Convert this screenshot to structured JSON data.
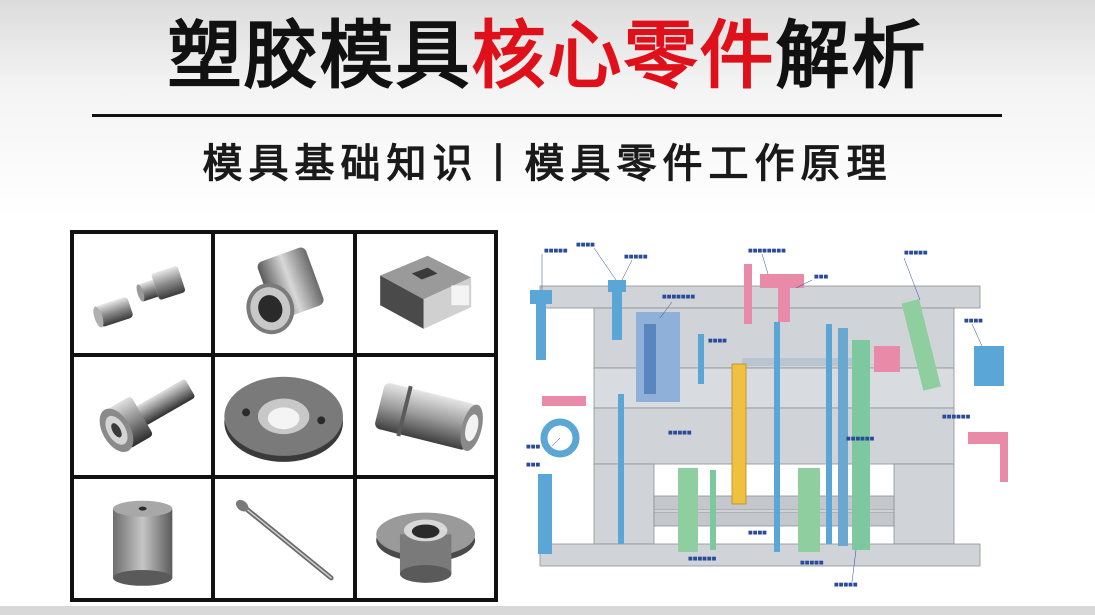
{
  "header": {
    "title_part1": "塑胶模具",
    "title_highlight": "核心零件",
    "title_part2": "解析",
    "subtitle": "模具基础知识丨模具零件工作原理"
  },
  "colors": {
    "title_text": "#111111",
    "highlight_red": "#e0101a",
    "plate_gray": "#d0d4d8",
    "part_blue": "#5aa6d6",
    "part_green": "#8fcf9f",
    "part_pink": "#e88aa8",
    "part_yellow": "#f0c040",
    "label_blue": "#2a4a9a"
  },
  "parts_grid": {
    "cells": [
      {
        "icon": "guide-pin-pair-icon"
      },
      {
        "icon": "flanged-bushing-icon"
      },
      {
        "icon": "rectangular-block-icon"
      },
      {
        "icon": "shouldered-pin-icon"
      },
      {
        "icon": "locating-ring-icon"
      },
      {
        "icon": "straight-bushing-icon"
      },
      {
        "icon": "cylinder-insert-icon"
      },
      {
        "icon": "ejector-pin-icon"
      },
      {
        "icon": "flanged-sleeve-icon"
      }
    ]
  },
  "diagram": {
    "icon": "mold-assembly-cross-section-icon"
  }
}
